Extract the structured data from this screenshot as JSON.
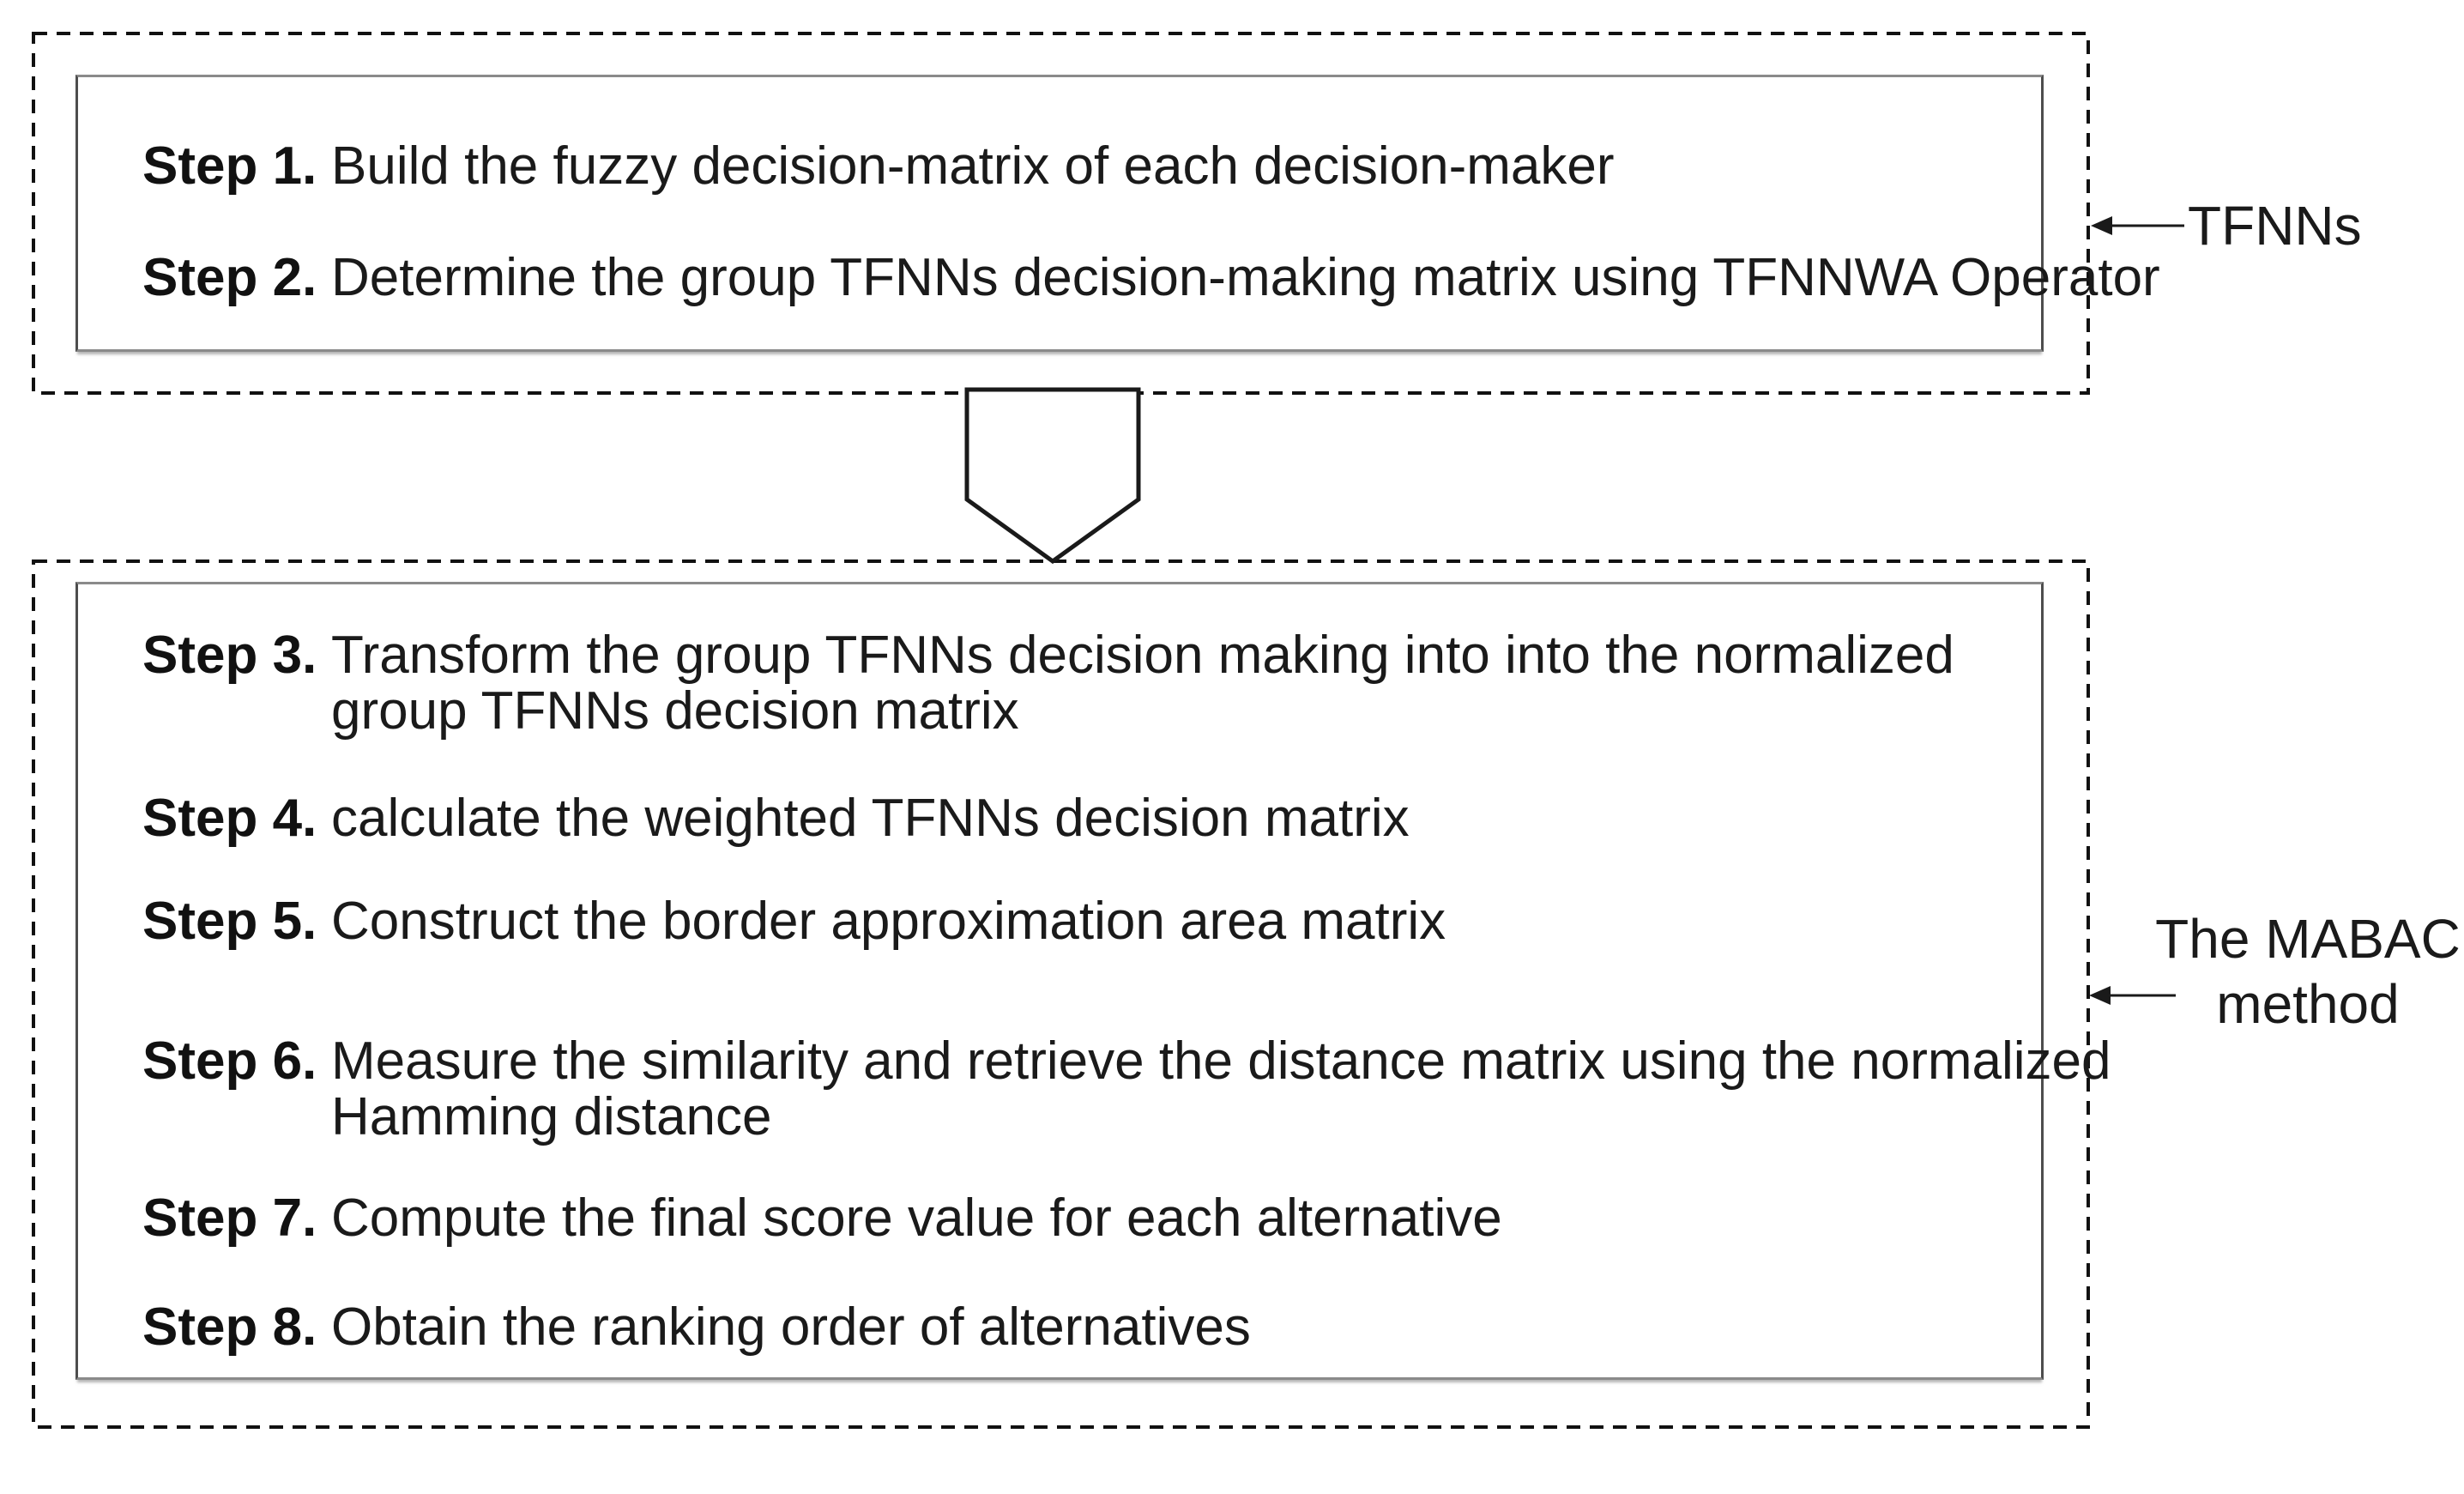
{
  "colors": {
    "ink": "#1a1a1a",
    "box_border": "#4d4d4d",
    "box_border_soft": "#8a8a8a",
    "dash_border": "#111111"
  },
  "phase1": {
    "annotation": "TFNNs",
    "steps": [
      {
        "label": "Step 1.",
        "line1": "Build the fuzzy decision-matrix of each decision-maker"
      },
      {
        "label": "Step 2.",
        "line1": "Determine the group TFNNs decision-making matrix using TFNNWA Operator"
      }
    ]
  },
  "phase2": {
    "annotation_line1": "The MABAC",
    "annotation_line2": "method",
    "steps": [
      {
        "label": "Step 3.",
        "line1": "Transform the group TFNNs decision making into into the normalized",
        "line2": "group TFNNs decision matrix"
      },
      {
        "label": "Step 4.",
        "line1": "calculate the weighted TFNNs decision matrix"
      },
      {
        "label": "Step 5.",
        "line1": "Construct the border approximation area matrix"
      },
      {
        "label": "Step 6.",
        "line1": "Measure the similarity and retrieve the distance matrix using the normalized",
        "line2": "Hamming distance"
      },
      {
        "label": "Step 7.",
        "line1": "Compute the final score value for each alternative"
      },
      {
        "label": "Step 8.",
        "line1": "Obtain the ranking order of alternatives"
      }
    ]
  }
}
